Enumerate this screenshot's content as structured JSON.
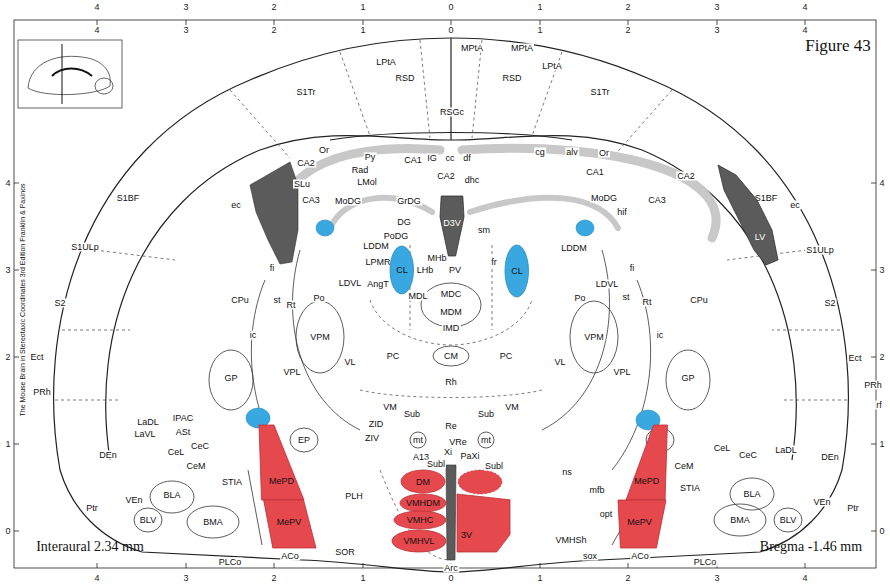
{
  "diagram": {
    "title": "Figure 43",
    "nodes": [
      {
        "text": [
          "D3V"
        ]
      },
      {
        "text": [
          "LV"
        ]
      },
      {
        "text": [
          "CL"
        ]
      },
      {
        "text": [
          "CL"
        ]
      },
      {
        "text": [
          "MePD"
        ]
      },
      {
        "text": [
          "MePD"
        ]
      },
      {
        "text": [
          "DM"
        ]
      },
      {
        "text": [
          "VMHDM"
        ]
      },
      {
        "text": [
          "3V"
        ]
      },
      {
        "text": [
          "MePV"
        ]
      },
      {
        "text": [
          "MePV"
        ]
      },
      {
        "text": [
          "VMHC"
        ]
      },
      {
        "text": [
          "VMHVL"
        ]
      }
    ],
    "labels": [
      "4",
      "3",
      "2",
      "1",
      "0",
      "1",
      "2",
      "3",
      "4",
      "4",
      "3",
      "2",
      "1",
      "0",
      "1",
      "2",
      "3",
      "4",
      "4",
      "3",
      "2",
      "1",
      "0",
      "4",
      "3",
      "2",
      "1",
      "0",
      "4",
      "3",
      "2",
      "1",
      "0",
      "1",
      "2",
      "3",
      "4",
      "MPtA",
      "LPtA",
      "RSD",
      "MPtA",
      "LPtA",
      "RSD",
      "RSGc",
      "S1Tr",
      "S1Tr",
      "S1BF",
      "S1BF",
      "cg",
      "alv",
      "Or",
      "Py",
      "Rad",
      "LMol",
      "IG",
      "cc",
      "df",
      "Or",
      "CA2",
      "CA1",
      "CA1",
      "CA2",
      "CA2",
      "dhc",
      "SLu",
      "MoDG",
      "GrDG",
      "MoDG",
      "CA3",
      "CA3",
      "hif",
      "DG",
      "sm",
      "ec",
      "ec",
      "S1ULp",
      "S1ULp",
      "LDDM",
      "PoDG",
      "LDDM",
      "fi",
      "fi",
      "MHb",
      "LHb",
      "LPMR",
      "PV",
      "fr",
      "st",
      "st",
      "LDVL",
      "LDVL",
      "AngT",
      "MDL",
      "MDC",
      "S2",
      "S2",
      "Po",
      "Po",
      "MDM",
      "IMD",
      "CPu",
      "CPu",
      "Rt",
      "Rt",
      "ic",
      "ic",
      "VPM",
      "VPM",
      "Ect",
      "Ect",
      "PC",
      "PC",
      "CM",
      "VL",
      "VL",
      "VPL",
      "VPL",
      "GP",
      "GP",
      "PRh",
      "PRh",
      "rf",
      "Rh",
      "VM",
      "VM",
      "Sub",
      "Sub",
      "ZID",
      "ZIV",
      "Re",
      "mt",
      "mt",
      "VRe",
      "Xi",
      "PaXi",
      "A13",
      "LaDL",
      "LaVL",
      "IPAC",
      "ASt",
      "EP",
      "EP",
      "DEn",
      "DEn",
      "CeL",
      "CeC",
      "CeM",
      "STIA",
      "LaDL",
      "CeL",
      "CeC",
      "CeM",
      "STIA",
      "Subl",
      "Subl",
      "ns",
      "PLH",
      "mfb",
      "opt",
      "VMHSh",
      "sox",
      "BLA",
      "BLA",
      "VEn",
      "VEn",
      "Ptr",
      "Ptr",
      "BLV",
      "BLV",
      "BMA",
      "BMA",
      "SOR",
      "ACo",
      "ACo",
      "PLCo",
      "PLCo",
      "Arc",
      "Interaural 2.34 mm",
      "Bregma -1.46 mm",
      "The Mouse Brain in Stereotaxic Coordinates 3rd Edition Franklin & Paxinos"
    ]
  }
}
